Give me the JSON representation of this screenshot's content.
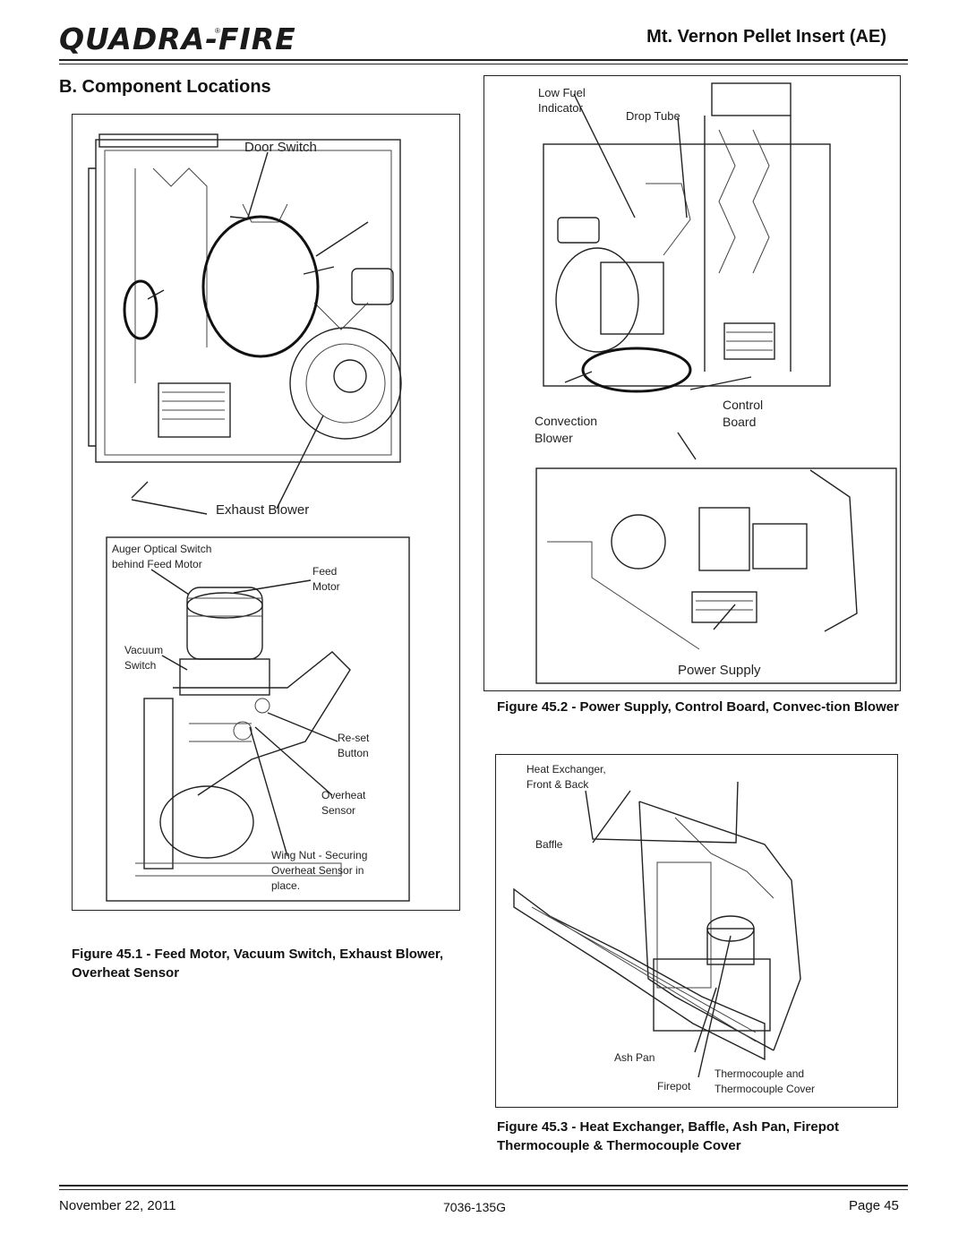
{
  "header": {
    "brand": "QUADRA-FIRE",
    "trademark": "®",
    "title": "Mt. Vernon Pellet Insert (AE)"
  },
  "section_title": "B. Component Locations",
  "fig1": {
    "labels": {
      "door_switch": "Door Switch",
      "exhaust_blower": "Exhaust Blower",
      "auger_switch": "Auger Optical Switch behind Feed Motor",
      "feed_motor": "Feed Motor",
      "vacuum_switch": "Vacuum Switch",
      "reset_button": "Re-set Button",
      "overheat_sensor": "Overheat Sensor",
      "wing_nut": "Wing Nut - Securing Overheat Sensor in place."
    },
    "caption": "Figure 45.1 - Feed Motor, Vacuum Switch, Exhaust Blower, Overheat Sensor"
  },
  "fig2": {
    "labels": {
      "low_fuel": "Low Fuel Indicator",
      "drop_tube": "Drop Tube",
      "convection_blower": "Convection Blower",
      "control_board": "Control Board",
      "power_supply": "Power Supply"
    },
    "caption": "Figure 45.2 - Power Supply, Control Board, Convec-tion Blower"
  },
  "fig3": {
    "labels": {
      "heat_exchanger": "Heat Exchanger, Front & Back",
      "baffle": "Baffle",
      "ash_pan": "Ash Pan",
      "firepot": "Firepot",
      "thermocouple": "Thermocouple and Thermocouple Cover"
    },
    "caption": "Figure 45.3 - Heat Exchanger, Baffle, Ash Pan, Firepot Thermocouple & Thermocouple Cover"
  },
  "footer": {
    "date": "November 22, 2011",
    "doc_number": "7036-135G",
    "page": "Page 45"
  }
}
